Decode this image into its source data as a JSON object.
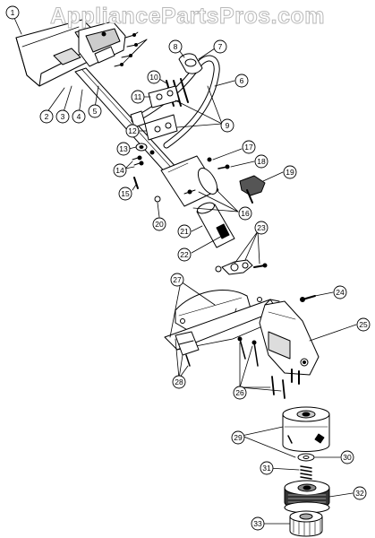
{
  "watermark": {
    "text": "AppliancePartsPros.com"
  },
  "callouts": [
    {
      "number": "1"
    },
    {
      "number": "2"
    },
    {
      "number": "3"
    },
    {
      "number": "4"
    },
    {
      "number": "5"
    },
    {
      "number": "6"
    },
    {
      "number": "7"
    },
    {
      "number": "8"
    },
    {
      "number": "9"
    },
    {
      "number": "10"
    },
    {
      "number": "11"
    },
    {
      "number": "12"
    },
    {
      "number": "13"
    },
    {
      "number": "14"
    },
    {
      "number": "15"
    },
    {
      "number": "16"
    },
    {
      "number": "17"
    },
    {
      "number": "18"
    },
    {
      "number": "19"
    },
    {
      "number": "20"
    },
    {
      "number": "21"
    },
    {
      "number": "22"
    },
    {
      "number": "23"
    },
    {
      "number": "24"
    },
    {
      "number": "25"
    },
    {
      "number": "26"
    },
    {
      "number": "27"
    },
    {
      "number": "28"
    },
    {
      "number": "29"
    },
    {
      "number": "30"
    },
    {
      "number": "31"
    },
    {
      "number": "32"
    },
    {
      "number": "33"
    }
  ]
}
